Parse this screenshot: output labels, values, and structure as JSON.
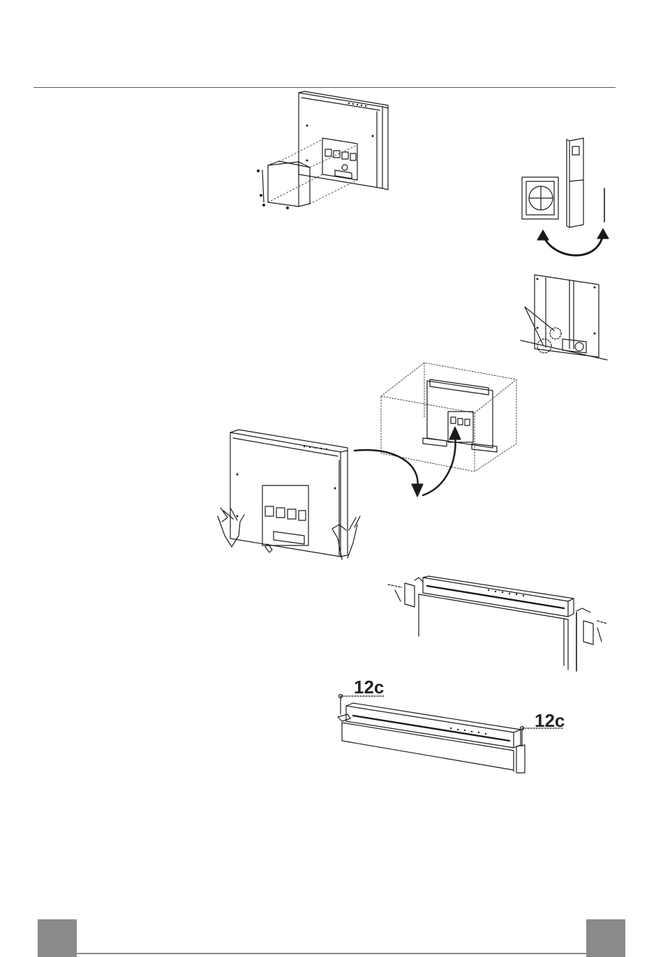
{
  "page": {
    "callouts": {
      "screw_label_left": "12c",
      "screw_label_right": "12c"
    },
    "colors": {
      "line": "#1a1a1a",
      "footer_gray": "#8a8a8a",
      "page_background": "#ffffff"
    },
    "illustrations": [
      "motor-assembly-mounting",
      "airflow-outlet-swap",
      "motor-bracket-detail",
      "unit-insertion-into-cabinet",
      "top-bracket-fitting",
      "final-screw-fixing"
    ]
  }
}
